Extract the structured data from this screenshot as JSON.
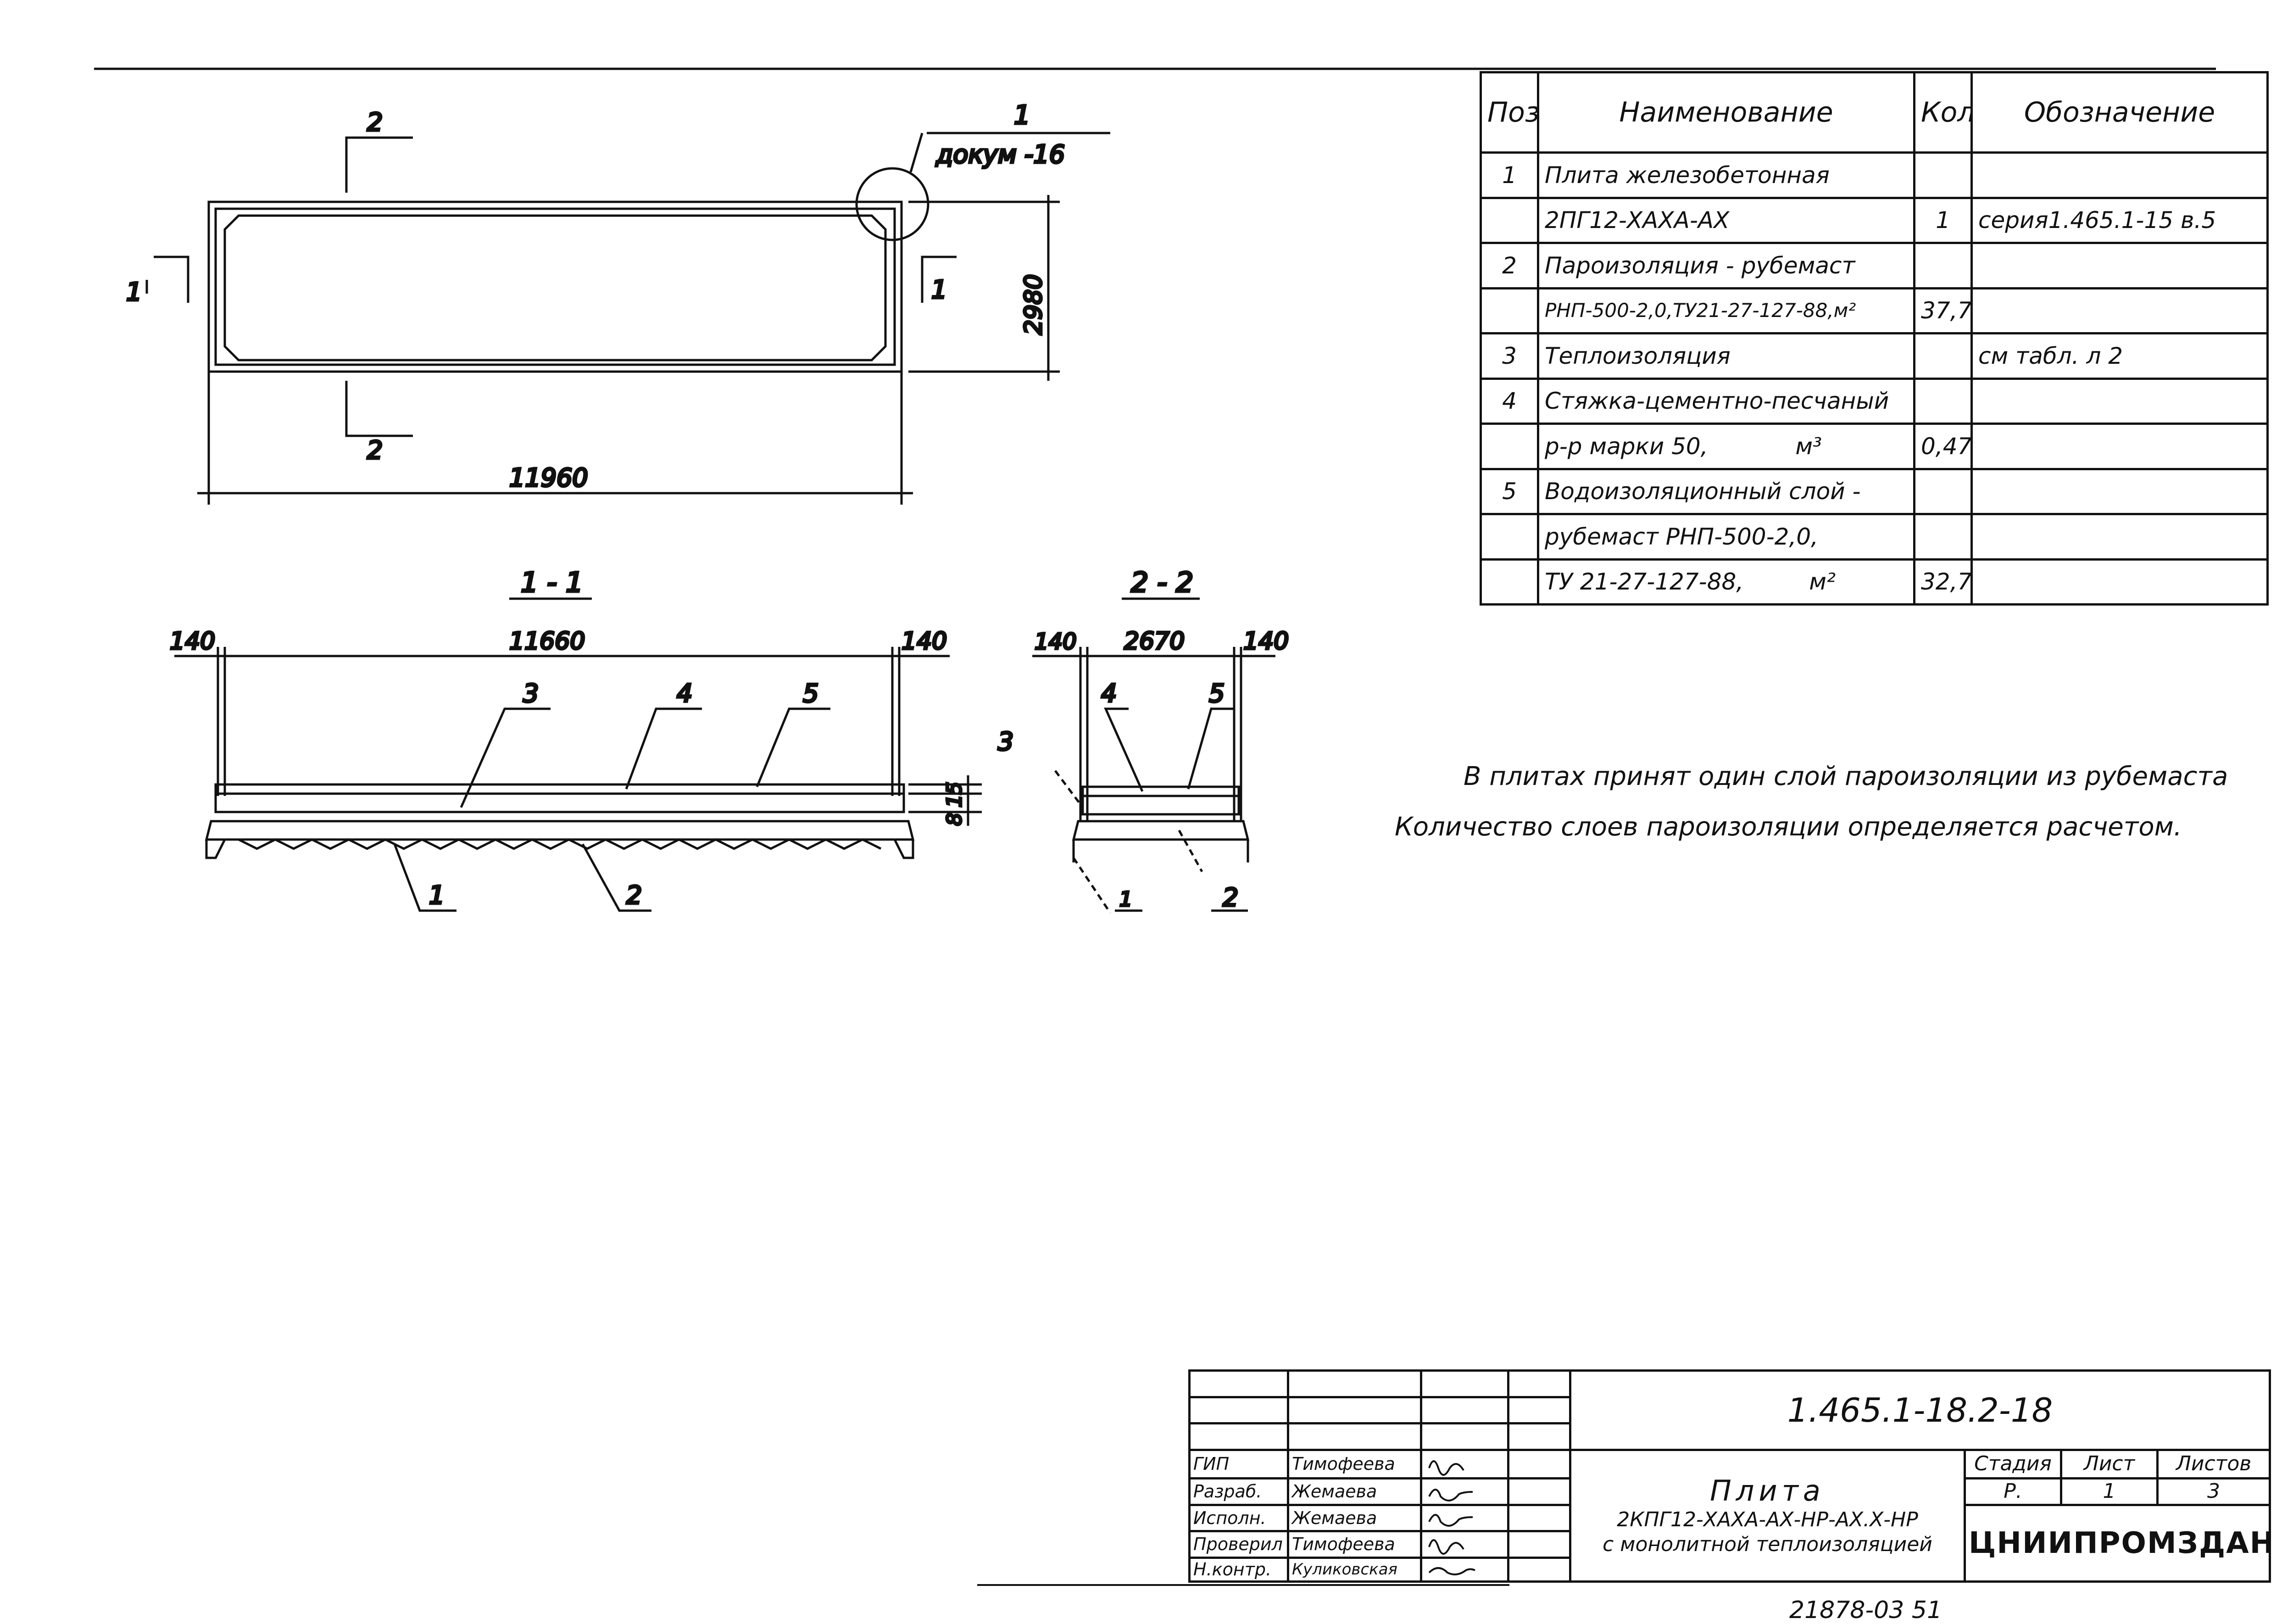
{
  "plan": {
    "leader_no": "1",
    "leader_ref": "докум -16",
    "section_mark_1": "1",
    "section_mark_2": "2",
    "dim_height": "2980",
    "dim_length": "11960"
  },
  "section_1_1": {
    "title": "1 - 1",
    "dim_left": "140",
    "dim_mid": "11660",
    "dim_right": "140",
    "layer_15": "15",
    "layer_8": "8",
    "callouts": [
      "1",
      "2",
      "3",
      "4",
      "5"
    ]
  },
  "section_2_2": {
    "title": "2 - 2",
    "dim_left": "140",
    "dim_mid": "2670",
    "dim_right": "140",
    "callouts": [
      "1",
      "2",
      "3",
      "4",
      "5"
    ]
  },
  "spec": {
    "headers": [
      "Поз.",
      "Наименование",
      "Кол.",
      "Обозначение"
    ],
    "rows": [
      {
        "pos": "1",
        "name": "Плита железобетонная",
        "qty": "",
        "desig": ""
      },
      {
        "pos": "",
        "name": "2ПГ12-ХАХА-АХ",
        "qty": "1",
        "desig": "серия1.465.1-15 в.5"
      },
      {
        "pos": "2",
        "name": "Пароизоляция - рубемаст",
        "qty": "",
        "desig": ""
      },
      {
        "pos": "",
        "name": "РНП-500-2,0,ТУ21-27-127-88,м²",
        "qty": "37,7",
        "desig": ""
      },
      {
        "pos": "3",
        "name": "Теплоизоляция",
        "qty": "",
        "desig": "см табл. л 2"
      },
      {
        "pos": "4",
        "name": "Стяжка-цементно-песчаный",
        "qty": "",
        "desig": ""
      },
      {
        "pos": "",
        "name": "р-р марки 50,            м³",
        "qty": "0,47",
        "desig": ""
      },
      {
        "pos": "5",
        "name": "Водоизоляционный слой -",
        "qty": "",
        "desig": ""
      },
      {
        "pos": "",
        "name": "рубемаст РНП-500-2,0,",
        "qty": "",
        "desig": ""
      },
      {
        "pos": "",
        "name": "ТУ 21-27-127-88,         м²",
        "qty": "32,7",
        "desig": ""
      }
    ]
  },
  "notes": {
    "line1": "В плитах принят один слой пароизоляции из рубемаста",
    "line2": "Количество слоев пароизоляции определяется расчетом."
  },
  "title_block": {
    "code": "1.465.1-18.2-18",
    "title_line1": "Плита",
    "title_line2": "2КПГ12-ХАХА-АХ-НР-АХ.Х-НР",
    "title_line3": "с монолитной теплоизоляцией",
    "stage_label": "Стадия",
    "sheet_label": "Лист",
    "sheets_label": "Листов",
    "stage": "Р.",
    "sheet": "1",
    "sheets": "3",
    "org": "ЦНИИПРОМЗДАНИЙ",
    "staff": [
      {
        "role": "ГИП",
        "name": "Тимофеева"
      },
      {
        "role": "Разраб.",
        "name": "Жемаева"
      },
      {
        "role": "Исполн.",
        "name": "Жемаева"
      },
      {
        "role": "Проверил",
        "name": "Тимофеева"
      },
      {
        "role": "Н.контр.",
        "name": "Куликовская"
      }
    ]
  },
  "bottom_code": "21878-03   51"
}
